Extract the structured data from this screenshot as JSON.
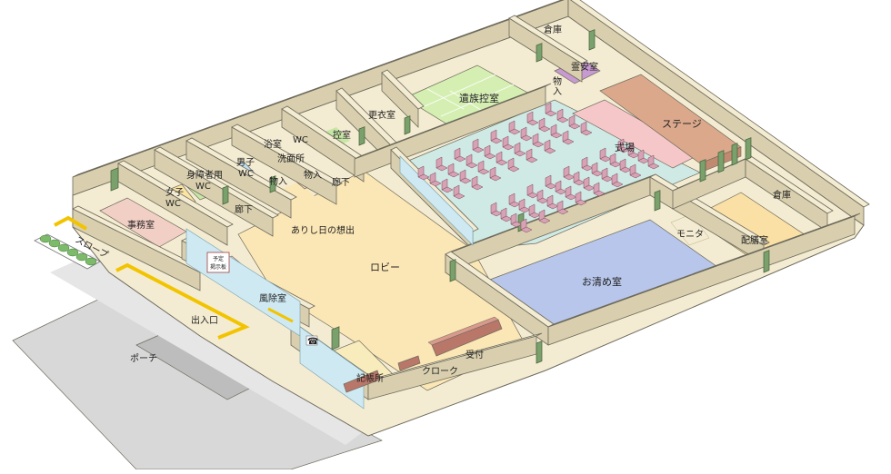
{
  "rooms": {
    "souko_top": "倉庫",
    "reian": "霊安室",
    "mono_top_1": "物",
    "mono_top_2": "入",
    "izoku": "遺族控室",
    "koui": "更衣室",
    "hikae": "控室",
    "stage": "ステージ",
    "shikijo": "式場",
    "wc_top": "WC",
    "yokushitsu": "浴室",
    "senmen": "洗面所",
    "danshi_1": "男子",
    "danshi_2": "WC",
    "shogai_1": "身障者用",
    "shogai_2": "WC",
    "joshi_1": "女子",
    "joshi_2": "WC",
    "mono_mid": "物入",
    "mono_left": "物入",
    "rouka_r": "廊下",
    "rouka_l": "廊下",
    "jimu": "事務室",
    "omoide": "ありし日の想出",
    "lobby": "ロビー",
    "souko_right": "倉庫",
    "monitor": "モニタ",
    "haizen": "配膳室",
    "okiyome": "お清め室",
    "slope": "スロープ",
    "yotei_1": "予定",
    "yotei_2": "掲示板",
    "fujo": "風除室",
    "deiriguchi": "出入口",
    "porch": "ポーチ",
    "uketsuke": "受付",
    "cloak": "クローク",
    "kichou": "記帳所",
    "phone": "☎"
  },
  "colors": {
    "lobby_floor": "#fbe6b5",
    "okiyome_floor": "#b7c6ea",
    "shikijo_floor": "#cfe9e4",
    "stage_floor": "#dba88c",
    "stage_front": "#f6c7c9",
    "izoku_floor": "#d5efb3",
    "reian_floor": "#c79ad0",
    "jimu_floor": "#f2cfc4",
    "fujo_floor": "#f6c9d6",
    "haizen_floor": "#fbe0a5",
    "kichou_floor": "#f8ebbc",
    "porch": "#d8d8d8",
    "porch_shadow": "#bdbdbd",
    "guide_line": "#f2c400",
    "wc_men": "#bfe0f4",
    "wc_women": "#fbe3a4",
    "wc_green": "#c7e7a6",
    "mono_floor": "#f1d3c0",
    "hedge": "#7dbb6b",
    "reception_counter": "#b9776a",
    "glass": "#cfe9f2"
  }
}
